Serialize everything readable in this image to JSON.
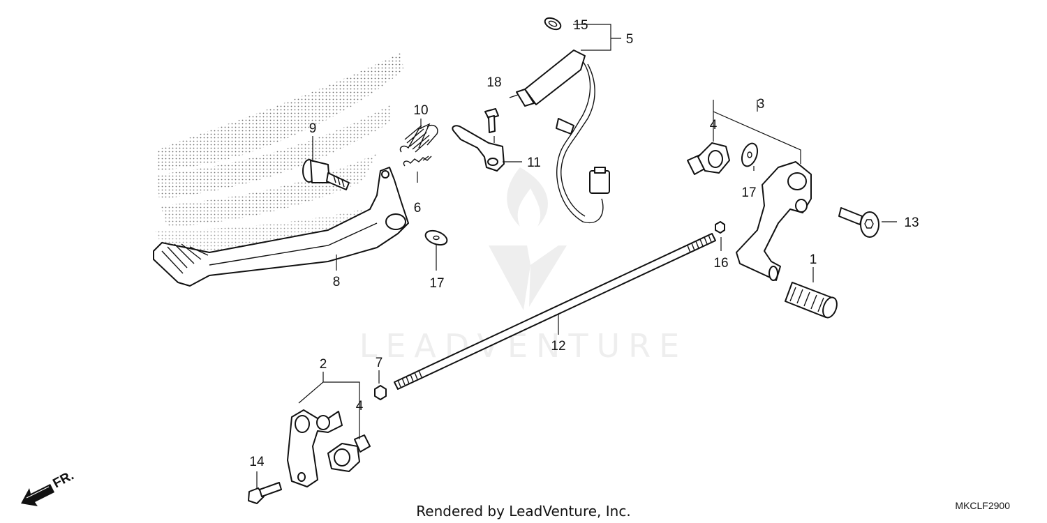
{
  "callouts": {
    "p1": "1",
    "p2": "2",
    "p3": "3",
    "p4a": "4",
    "p4b": "4",
    "p5": "5",
    "p6": "6",
    "p7": "7",
    "p8": "8",
    "p9": "9",
    "p10": "10",
    "p11": "11",
    "p12": "12",
    "p13": "13",
    "p14": "14",
    "p15": "15",
    "p16": "16",
    "p17a": "17",
    "p17b": "17",
    "p18": "18"
  },
  "watermark": "LEADVENTURE",
  "footer": {
    "credit": "Rendered by LeadVenture, Inc.",
    "diagram_code": "MKCLF2900",
    "direction_label": "FR."
  },
  "colors": {
    "line": "#111111",
    "watermark": "#eeeeee",
    "dots": "#444444"
  }
}
